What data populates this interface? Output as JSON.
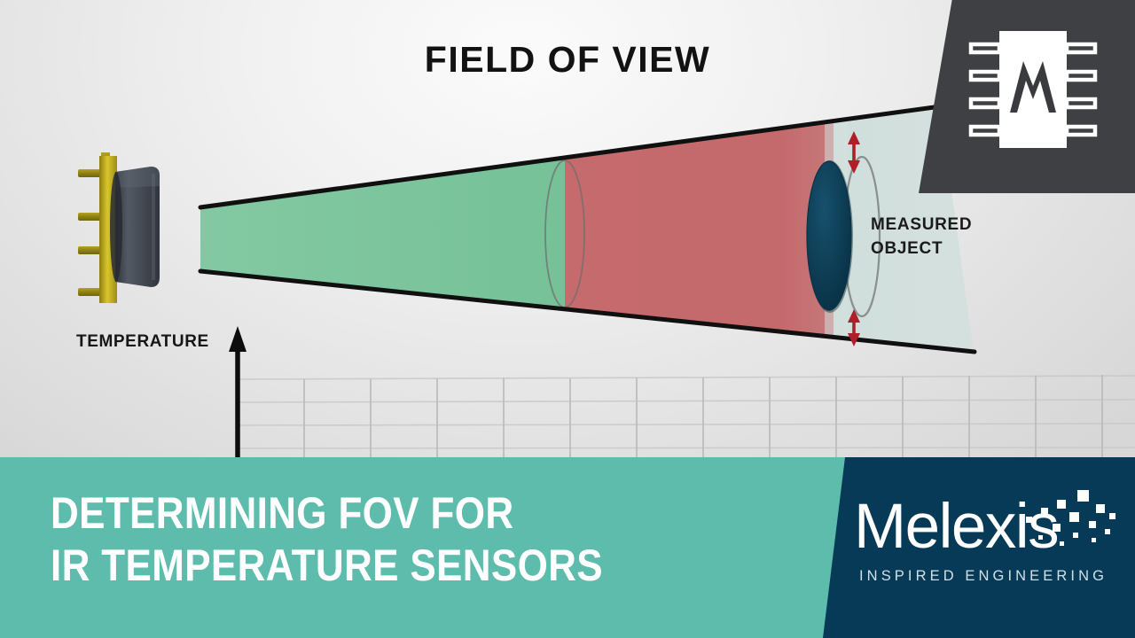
{
  "title": "FIELD OF VIEW",
  "labels": {
    "temperature": "TEMPERATURE",
    "measured_object_line1": "MEASURED",
    "measured_object_line2": "OBJECT"
  },
  "banner": {
    "line1": "DETERMINING FOV FOR",
    "line2": "IR TEMPERATURE SENSORS"
  },
  "logo": {
    "wordmark": "Melexis",
    "tagline": "INSPIRED ENGINEERING",
    "badge_letter": "M"
  },
  "icons": {
    "chip": "ic-chip-icon",
    "sensor": "ir-sensor-icon",
    "up_arrow": "axis-arrow-up-icon",
    "spot_size_arrow_top": "double-arrow-vertical-icon",
    "spot_size_arrow_bottom": "double-arrow-vertical-icon",
    "pixel_cluster": "pixel-cluster-icon"
  },
  "colors": {
    "background_light": "#f5f5f5",
    "background_edge": "#d7d7d8",
    "cone_near": "#7cc49e",
    "cone_far": "#c4696c",
    "cone_beyond": "#d3e0de",
    "object_fill": "#0c3b52",
    "banner_teal": "#5dbcac",
    "banner_navy": "#073a57",
    "badge_gray": "#3f4043",
    "arrow_red": "#b01f28",
    "outline_black": "#111111",
    "grid_line": "#c9c9c9",
    "sensor_gold": "#b5a01e",
    "sensor_can": "#4a5059"
  },
  "chart_data": {
    "type": "line",
    "title": "",
    "ylabel": "TEMPERATURE",
    "xlabel": "",
    "grid": true,
    "axis_origin_x": 268,
    "x_gridlines": [
      268,
      343,
      418,
      493,
      568,
      643,
      718,
      793,
      868,
      943,
      1018,
      1093,
      1168,
      1243
    ],
    "y_gridlines": [
      428,
      454,
      480,
      506
    ],
    "series": []
  }
}
